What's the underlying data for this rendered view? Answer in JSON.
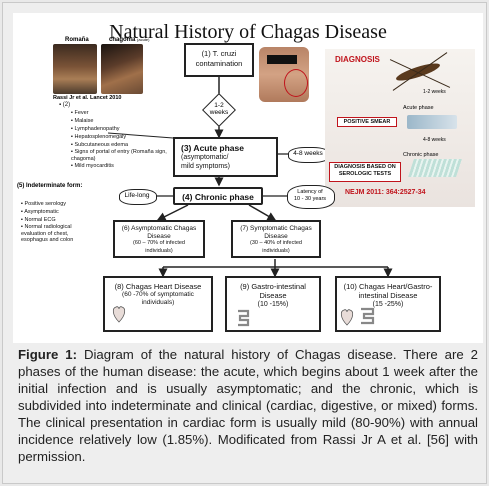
{
  "title": "Natural History of Chagas Disease",
  "photo_labels": {
    "romana": "Romaña",
    "chagoma": "chagoma",
    "chagoma_note": "(acute)",
    "citation": "Rassi Jr et al. Lancet 2010"
  },
  "contamination": {
    "line1": "(1) T. cruzi",
    "line2": "contamination"
  },
  "weeks_1_2": {
    "line1": "1-2",
    "line2": "weeks"
  },
  "symptoms": {
    "header": "(2)",
    "items": [
      "Fever",
      "Malaise",
      "Lymphadenopathy",
      "Hepatosplenomegaly",
      "Subcutaneous edema",
      "Signs of portal of entry (Romaña sign, chagoma)",
      "Mild myocarditis"
    ]
  },
  "acute": {
    "line1": "(3) Acute phase",
    "line2": "(asymptomatic/",
    "line3": "mild symptoms)"
  },
  "weeks_4_8": "4-8 weeks",
  "diagnosis": {
    "heading": "DIAGNOSIS",
    "weeks_a": "1-2 weeks",
    "acute_phase": "Acute phase",
    "positive_smear": "POSITIVE SMEAR",
    "weeks_b": "4-8 weeks",
    "chronic_phase": "Chronic phase",
    "serologic": "DIAGNOSIS BASED ON SEROLOGIC TESTS",
    "nejm": "NEJM 2011: 364:2527-34"
  },
  "indeterminate": {
    "header": "(5) Indeterminate form:",
    "items": [
      "Positive serology",
      "Asymptomatic",
      "Normal ECG",
      "Normal radiological evaluation of chest, esophagus and colon"
    ]
  },
  "lifelong": "Life-long",
  "chronic": "(4) Chronic phase",
  "latency": {
    "line1": "Latency of",
    "line2": "10 - 30 years"
  },
  "asymptomatic_box": {
    "line1": "(6) Asymptomatic Chagas",
    "line2": "Disease",
    "line3": "(60 – 70% of infected",
    "line4": "individuals)"
  },
  "symptomatic_box": {
    "line1": "(7) Symptomatic Chagas",
    "line2": "Disease",
    "line3": "(30 – 40% of infected",
    "line4": "individuals)"
  },
  "heart_box": {
    "line1": "(8) Chagas Heart Disease",
    "line2": "(60 -70% of symptomatic",
    "line3": "individuals)"
  },
  "gastro_box": {
    "line1": "(9) Gastro-intestinal",
    "line2": "Disease",
    "line3": "(10 -15%)"
  },
  "mixed_box": {
    "line1": "(10) Chagas Heart/Gastro-",
    "line2": "intestinal Disease",
    "line3": "(15 -25%)"
  },
  "caption": {
    "label": "Figure 1:",
    "text": "Diagram of the natural history of Chagas disease. There are 2 phases of the human disease: the acute, which begins about 1 week after the initial infection and is usually asymptomatic; and the chronic, which is subdivided into indeterminate and clinical (cardiac, digestive, or mixed) forms. The clinical presentation in cardiac form is usually mild (80-90%) with annual incidence relatively low (1.85%). Modificated from Rassi Jr A et al. [56] with permission."
  },
  "colors": {
    "accent_red": "#c0141c",
    "border": "#222222",
    "panel": "#eeeeee"
  }
}
